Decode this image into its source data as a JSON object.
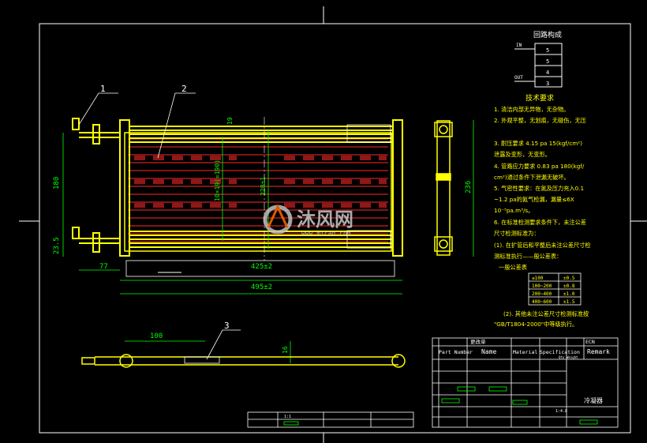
{
  "colors": {
    "background": "#000000",
    "frame": "#ffffff",
    "outline": "#ffff00",
    "tubes": "#ff0000",
    "fins": "#ff3333",
    "dimension": "#00ff00",
    "leader": "#ffffff",
    "table": "#ffffff",
    "hatch": "#00ff00",
    "watermark": "#b0b0b0"
  },
  "balloons": [
    "1",
    "2",
    "3"
  ],
  "dimensions": {
    "height_180": "180",
    "offset_23_5": "23.5",
    "fin_pitch": "10×19(=190)",
    "core_height": "228±1",
    "top_19": "19",
    "length_inner": "425±2",
    "length_overall": "495±2",
    "left_77": "77",
    "side_height_236": "236",
    "bottom_100": "100",
    "bottom_16": "16"
  },
  "flow_diagram": {
    "title": "回路构成",
    "inlet": "IN",
    "outlet": "OUT",
    "passes": [
      "5",
      "5",
      "4",
      "3"
    ]
  },
  "tech_requirements": {
    "title": "技术要求",
    "lines": [
      "1. 清洁内部无异物，无杂物。",
      "2. 外观平整，无划痕，无碰伤，无压",
      "3. 耐压要求 4.15 pa 15(kgf/cm²)",
      "   泄露及变形，无变形。",
      "4. 管路应力要求 0.83 pa 180(kgf/",
      "   cm²)通过条件下泄漏无破坏。",
      "5. 气密性要求：在氮及压力充入0.1",
      "   ~1.2 pa的氮气检漏，漏量≤6X",
      "   10⁻⁵pa.m³/s。",
      "6. 在标准检测要求条件下，未注公差",
      "   尺寸检测标准为：",
      "   (1). 在扩管后和平整后未注公差尺寸检",
      "   测标准执行——般公差表：",
      "   一般公差表"
    ],
    "tolerance_rows": [
      [
        "≤100",
        "±0.5"
      ],
      [
        "100~200",
        "±0.8"
      ],
      [
        "200~400",
        "±1.0"
      ],
      [
        "400~600",
        "±1.5"
      ]
    ],
    "note_2": "(2). 其他未注公差尺寸检测标准按",
    "note_2b": "\"GB/T1804-2000\"中等级执行。"
  },
  "title_block": {
    "header_small": "更改单",
    "header_left": "ECN",
    "col_part": "Part Number",
    "col_name": "Name",
    "col_material": "Material",
    "col_spec": "Specification",
    "col_remark": "Remark",
    "col_qty": "Qty",
    "col_weight": "Weight",
    "drawing_title": "冷凝器",
    "scale": "1:4.8",
    "scale_label": "1:1"
  },
  "watermark": {
    "brand": "沐风网",
    "url": "www.mfcad.com"
  }
}
